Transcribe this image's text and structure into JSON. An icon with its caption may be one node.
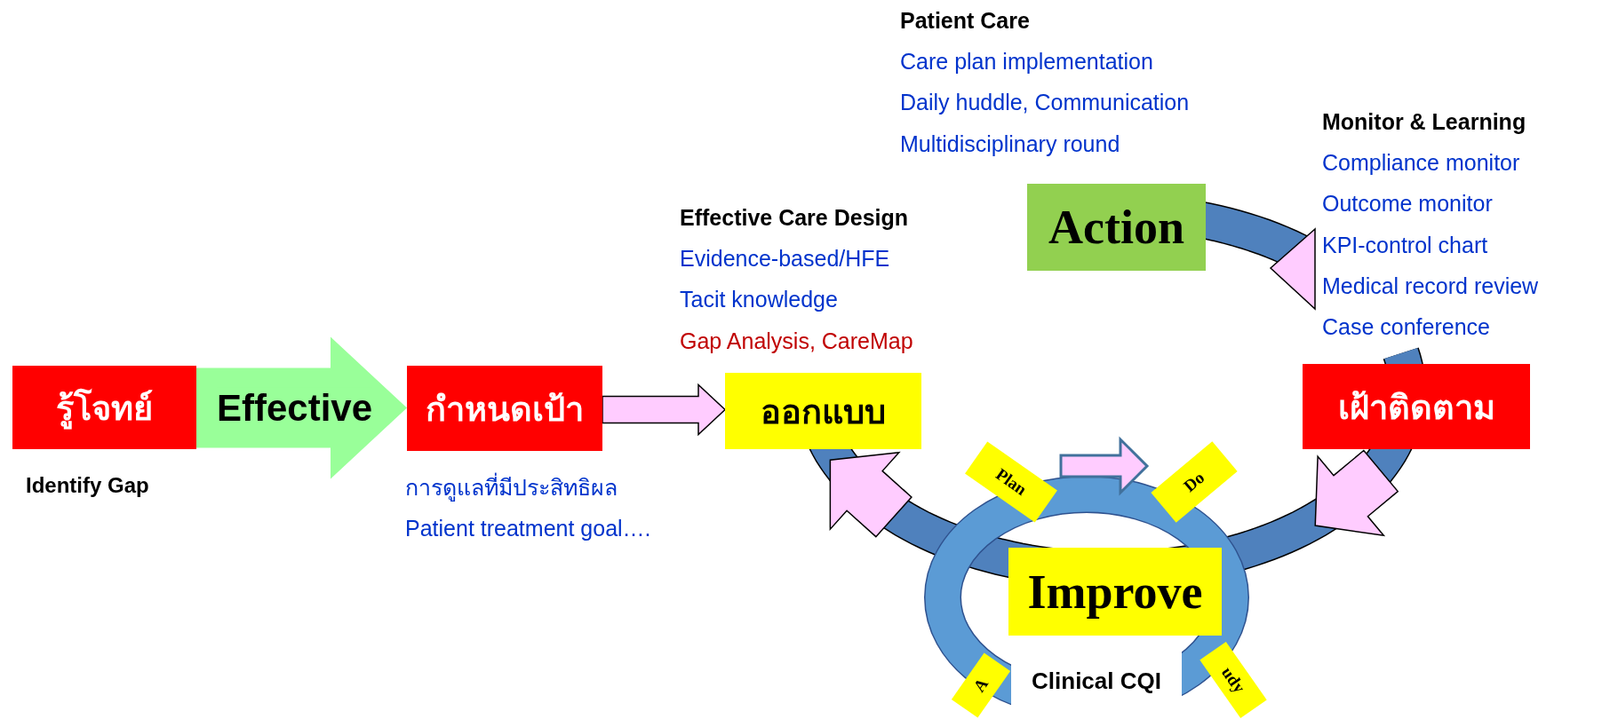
{
  "diagram": {
    "nodes": [
      {
        "text": [
          "รู้โจทย์"
        ],
        "beside": [
          "Identify Gap"
        ]
      },
      {
        "text": [
          "กำหนดเป้า"
        ],
        "beside": [
          "การดูแลที่มีประสิทธิผล",
          "Patient treatment goal…."
        ]
      },
      {
        "text": [
          "ออกแบบ"
        ],
        "beside": [
          "Effective Care Design",
          "Evidence-based/HFE",
          "Tacit knowledge",
          "Gap Analysis, CareMap"
        ]
      },
      {
        "text": [
          "Action"
        ],
        "beside": [
          "Patient Care",
          "Care plan implementation",
          "Daily huddle, Communication",
          "Multidisciplinary round"
        ]
      },
      {
        "text": [
          "เฝ้าติดตาม"
        ],
        "beside": [
          "Monitor & Learning",
          "Compliance monitor",
          "Outcome monitor",
          "KPI-control chart",
          "Medical record review",
          "Case conference"
        ]
      },
      {
        "text": [
          "Improve"
        ]
      },
      {
        "text": [
          "Plan"
        ]
      },
      {
        "text": [
          "Do"
        ]
      },
      {
        "text": [
          "A"
        ]
      },
      {
        "text": [
          "udy"
        ]
      },
      {
        "text": [
          "Clinical CQI"
        ]
      }
    ],
    "edges": [
      {
        "from": 0,
        "to": 1,
        "arrow": "to",
        "label": "Effective",
        "color": "#99ff99"
      },
      {
        "from": 1,
        "to": 2,
        "arrow": "to",
        "color": "#ffccff"
      },
      {
        "from": 6,
        "to": 7,
        "arrow": "to",
        "color": "#ffccff"
      }
    ]
  }
}
